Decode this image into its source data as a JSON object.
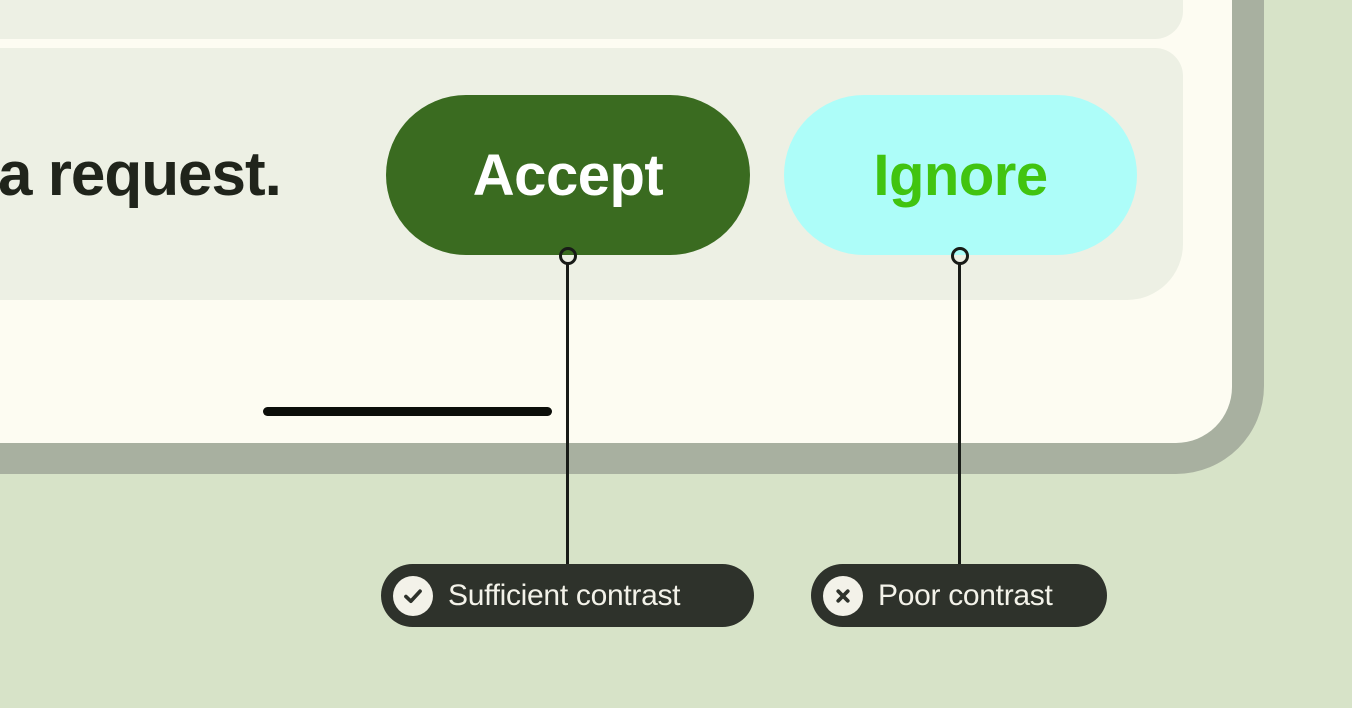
{
  "colors": {
    "page_bg": "#d7e3c8",
    "phone_frame": "#a8b0a0",
    "phone_screen": "#fdfcf2",
    "card_bg": "#edf0e4",
    "accept_button_bg": "#3a6b20",
    "accept_button_text": "#ffffff",
    "ignore_button_bg": "#adfdf9",
    "ignore_button_text": "#41c410",
    "body_text": "#20241b",
    "chip_bg": "#2e322b",
    "chip_text": "#f3f2e9",
    "callout_line": "#181b17"
  },
  "message_card": {
    "message_fragment": "a request.",
    "buttons": [
      {
        "label": "Accept",
        "contrast": "sufficient"
      },
      {
        "label": "Ignore",
        "contrast": "poor"
      }
    ]
  },
  "annotations": [
    {
      "icon": "check-circle-icon",
      "label": "Sufficient contrast"
    },
    {
      "icon": "x-circle-icon",
      "label": "Poor contrast"
    }
  ]
}
